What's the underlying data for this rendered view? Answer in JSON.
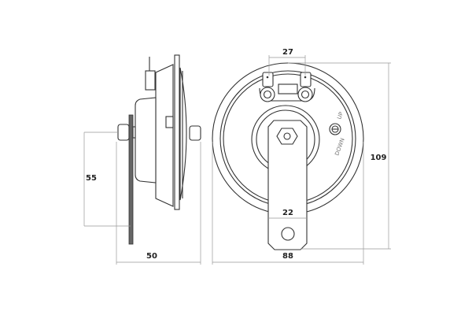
{
  "drawing": {
    "side_view": {
      "dim_height": "55",
      "dim_depth": "50"
    },
    "front_view": {
      "dim_terminal_spacing": "27",
      "dim_bracket_width": "22",
      "dim_diameter": "88",
      "dim_total_height": "109",
      "adjust_up": "UP",
      "adjust_down": "DOWN"
    }
  }
}
